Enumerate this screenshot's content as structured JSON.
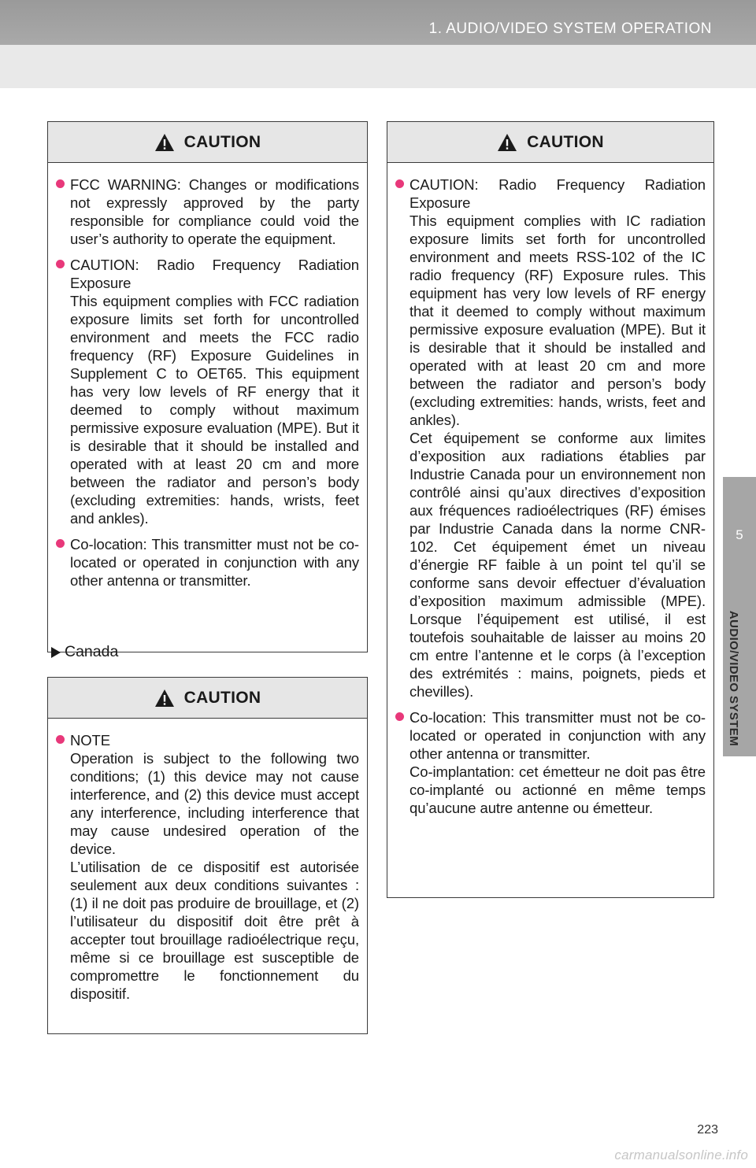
{
  "header": {
    "title": "1. AUDIO/VIDEO SYSTEM OPERATION"
  },
  "side_tab": {
    "number": "5",
    "label": "AUDIO/VIDEO SYSTEM"
  },
  "caution_heading": "CAUTION",
  "section_label": "Canada",
  "left_top": {
    "heading": "CAUTION",
    "items": [
      "FCC WARNING: Changes or modifications not expressly approved by the party responsible for compliance could void the user’s authority to operate the equipment.",
      "CAUTION: Radio Frequency Radiation Exposure\nThis equipment complies with FCC radiation exposure limits set forth for uncontrolled environment and meets the FCC radio frequency (RF) Exposure Guidelines in Supplement C to OET65. This equipment has very low levels of RF energy that it deemed to comply without maximum permissive exposure evaluation (MPE). But it is desirable that it should be installed and operated with at least 20 cm and more between the radiator and person’s body (excluding extremities: hands, wrists, feet and ankles).",
      "Co-location: This transmitter must not be co-located or operated in conjunction with any other antenna or transmitter."
    ]
  },
  "left_bottom": {
    "heading": "CAUTION",
    "items": [
      " NOTE\nOperation is subject to the following two conditions; (1) this device may not cause interference, and (2) this device must accept any interference, including interference that may cause undesired operation of the device.\nL’utilisation de ce dispositif est autorisée seulement aux deux conditions suivantes : (1) il ne doit pas produire de brouillage, et (2) l’utilisateur du dispositif doit être prêt à accepter tout brouillage radioélectrique reçu, même si ce brouillage est susceptible de compromettre le fonctionnement du dispositif."
    ]
  },
  "right": {
    "heading": "CAUTION",
    "items": [
      "CAUTION: Radio Frequency Radiation Exposure\nThis equipment complies with IC radiation exposure limits set forth for uncontrolled environment and meets RSS-102 of the IC radio frequency (RF) Exposure rules. This equipment has very low levels of RF energy that it deemed to comply without maximum permissive exposure evaluation (MPE). But it is desirable that it should be installed and operated with at least 20 cm and more between the radiator and person’s body (excluding extremities: hands, wrists, feet and ankles).\nCet équipement se conforme aux limites d’exposition aux radiations établies par Industrie Canada pour un environnement non contrôlé ainsi qu’aux directives d’exposition aux fréquences radioélectriques (RF) émises par Industrie Canada dans la norme CNR-102. Cet équipement émet un niveau d’énergie RF faible à un point tel qu’il se conforme sans devoir effectuer d’évaluation d’exposition maximum admissible (MPE). Lorsque l’équipement est utilisé, il est toutefois souhaitable de laisser au moins 20 cm entre l’antenne et le corps (à l’exception des extrémités : mains, poignets, pieds et chevilles).",
      "Co-location: This transmitter must not be co-located or operated in conjunction with any other antenna or transmitter.\nCo-implantation: cet émetteur ne doit pas être co-implanté ou actionné en même temps qu’aucune autre antenne ou émetteur."
    ]
  },
  "page_number": "223",
  "watermark": "carmanualsonline.info",
  "colors": {
    "bullet": "#e8387a",
    "header_bar": "#a3a3a3",
    "caution_head_bg": "#e6e6e6"
  },
  "icons": {
    "caution": "warning-triangle-icon",
    "section": "triangle-right-icon"
  }
}
